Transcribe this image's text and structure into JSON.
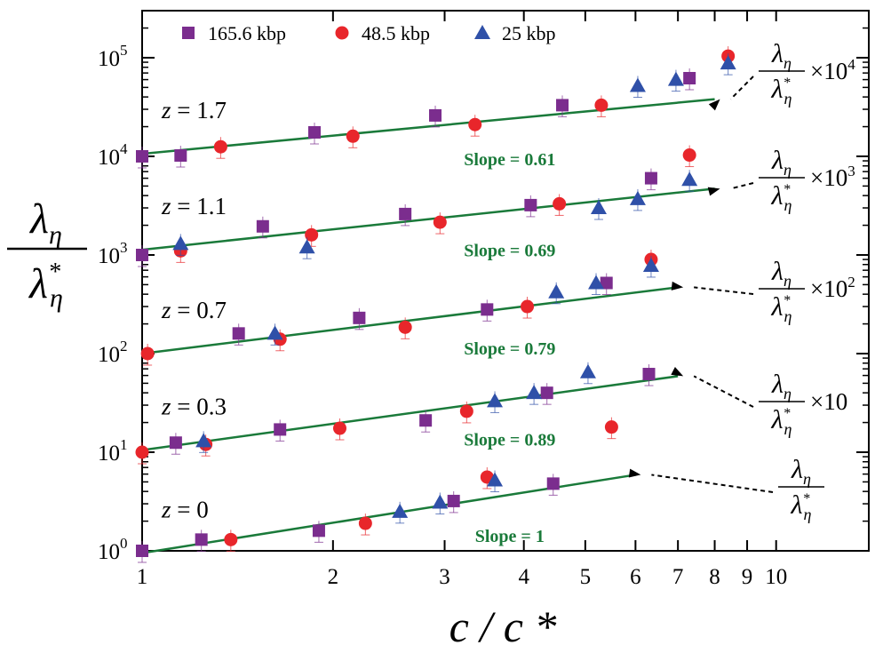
{
  "chart_data": {
    "type": "scatter",
    "xlabel": "c / c *",
    "xscale": "log",
    "yscale": "log",
    "xlim": [
      1,
      14
    ],
    "ylim": [
      1,
      300000
    ],
    "xticks": [
      {
        "value": 1,
        "label": "1"
      },
      {
        "value": 2,
        "label": "2"
      },
      {
        "value": 3,
        "label": "3"
      },
      {
        "value": 4,
        "label": "4"
      },
      {
        "value": 5,
        "label": "5"
      },
      {
        "value": 6,
        "label": "6"
      },
      {
        "value": 7,
        "label": "7"
      },
      {
        "value": 8,
        "label": "8"
      },
      {
        "value": 9,
        "label": "9"
      },
      {
        "value": 10,
        "label": "10"
      }
    ],
    "yticks": [
      {
        "value": 1,
        "base": "10",
        "exp": "0"
      },
      {
        "value": 10,
        "base": "10",
        "exp": "1"
      },
      {
        "value": 100,
        "base": "10",
        "exp": "2"
      },
      {
        "value": 1000,
        "base": "10",
        "exp": "3"
      },
      {
        "value": 10000,
        "base": "10",
        "exp": "4"
      },
      {
        "value": 100000,
        "base": "10",
        "exp": "5"
      }
    ],
    "series": [
      {
        "name": "165.6 kbp",
        "marker": "square",
        "color": "#7b2d8e",
        "points": [
          [
            1.0,
            1.0
          ],
          [
            1.24,
            1.3
          ],
          [
            1.9,
            1.6
          ],
          [
            3.1,
            3.2
          ],
          [
            4.45,
            4.8
          ],
          [
            1.13,
            12.5
          ],
          [
            1.65,
            17
          ],
          [
            2.8,
            21
          ],
          [
            4.35,
            40
          ],
          [
            6.3,
            62
          ],
          [
            1.42,
            160
          ],
          [
            2.2,
            230
          ],
          [
            3.5,
            280
          ],
          [
            5.4,
            520
          ],
          [
            1.0,
            1000
          ],
          [
            1.55,
            1950
          ],
          [
            2.6,
            2600
          ],
          [
            4.1,
            3200
          ],
          [
            6.35,
            6000
          ],
          [
            1.0,
            10000
          ],
          [
            1.15,
            10200
          ],
          [
            1.87,
            17500
          ],
          [
            2.9,
            26000
          ],
          [
            4.6,
            33000
          ],
          [
            7.3,
            62000
          ]
        ]
      },
      {
        "name": "48.5 kbp",
        "color": "#e8262b",
        "marker": "circle",
        "points": [
          [
            1.38,
            1.3
          ],
          [
            2.25,
            1.9
          ],
          [
            3.5,
            5.6
          ],
          [
            1.0,
            10
          ],
          [
            1.26,
            12
          ],
          [
            2.05,
            17.5
          ],
          [
            3.25,
            26
          ],
          [
            5.5,
            18
          ],
          [
            1.02,
            100
          ],
          [
            1.65,
            140
          ],
          [
            2.6,
            185
          ],
          [
            4.05,
            300
          ],
          [
            6.35,
            900
          ],
          [
            1.15,
            1100
          ],
          [
            1.85,
            1600
          ],
          [
            2.95,
            2150
          ],
          [
            4.55,
            3300
          ],
          [
            7.3,
            10300
          ],
          [
            1.33,
            12500
          ],
          [
            2.15,
            16000
          ],
          [
            3.35,
            21000
          ],
          [
            5.3,
            33000
          ],
          [
            8.4,
            104000
          ]
        ]
      },
      {
        "name": "25 kbp",
        "color": "#2f50a8",
        "marker": "triangle",
        "points": [
          [
            2.55,
            2.5
          ],
          [
            2.95,
            3.1
          ],
          [
            3.6,
            5.2
          ],
          [
            1.25,
            13
          ],
          [
            3.6,
            33
          ],
          [
            4.15,
            40
          ],
          [
            5.05,
            65
          ],
          [
            1.62,
            160
          ],
          [
            4.5,
            420
          ],
          [
            5.2,
            520
          ],
          [
            6.35,
            780
          ],
          [
            1.15,
            1300
          ],
          [
            1.82,
            1200
          ],
          [
            5.25,
            3000
          ],
          [
            6.05,
            3700
          ],
          [
            7.3,
            5800
          ],
          [
            6.05,
            52000
          ],
          [
            6.95,
            60000
          ],
          [
            8.4,
            88000
          ]
        ]
      }
    ],
    "fits": [
      {
        "label": "z = 0",
        "slope_label": "Slope = 1",
        "slope": 1.0,
        "x": [
          1,
          6
        ],
        "y": [
          0.95,
          5.9
        ],
        "annotation": {
          "ratio_num": "λ",
          "ratio_den": "λ",
          "sub": "η",
          "sup": "*",
          "factor": "",
          "factor_exp": "",
          "arrow_to": [
            6,
            5.9
          ]
        }
      },
      {
        "label": "z = 0.3",
        "slope_label": "Slope = 0.89",
        "slope": 0.89,
        "x": [
          1,
          7
        ],
        "y": [
          10.5,
          59
        ],
        "annotation": {
          "ratio_num": "λ",
          "ratio_den": "λ",
          "sub": "η",
          "sup": "*",
          "factor": "×10",
          "factor_exp": "",
          "arrow_to": [
            7,
            59
          ]
        }
      },
      {
        "label": "z = 0.7",
        "slope_label": "Slope = 0.79",
        "slope": 0.79,
        "x": [
          1,
          7
        ],
        "y": [
          100,
          470
        ],
        "annotation": {
          "ratio_num": "λ",
          "ratio_den": "λ",
          "sub": "η",
          "sup": "*",
          "factor": "×10",
          "factor_exp": "2",
          "arrow_to": [
            7,
            470
          ]
        }
      },
      {
        "label": "z = 1.1",
        "slope_label": "Slope = 0.69",
        "slope": 0.69,
        "x": [
          1,
          8
        ],
        "y": [
          1130,
          4700
        ],
        "annotation": {
          "ratio_num": "λ",
          "ratio_den": "λ",
          "sub": "η",
          "sup": "*",
          "factor": "×10",
          "factor_exp": "3",
          "arrow_to": [
            8,
            4700
          ]
        }
      },
      {
        "label": "z = 1.7",
        "slope_label": "Slope = 0.61",
        "slope": 0.61,
        "x": [
          1,
          8
        ],
        "y": [
          10600,
          38000
        ],
        "annotation": {
          "ratio_num": "λ",
          "ratio_den": "λ",
          "sub": "η",
          "sup": "*",
          "factor": "×10",
          "factor_exp": "4",
          "arrow_to": [
            8,
            38000
          ]
        }
      }
    ],
    "fit_color": "#1a7a3a",
    "legend_position": "top-left",
    "grid": false
  }
}
